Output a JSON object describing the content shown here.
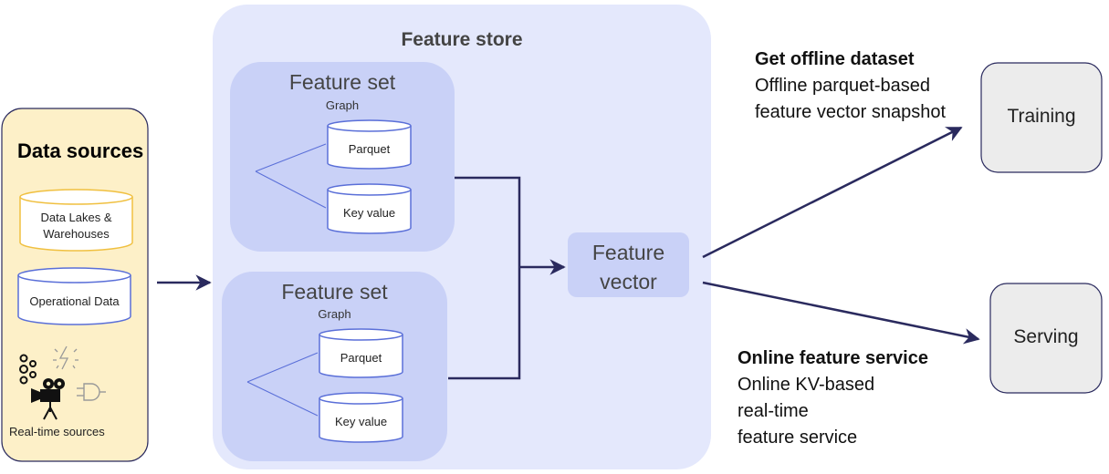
{
  "data_sources": {
    "title": "Data sources",
    "lakes_label_line1": "Data Lakes &",
    "lakes_label_line2": "Warehouses",
    "operational_label": "Operational Data",
    "realtime_label": "Real-time sources"
  },
  "feature_store": {
    "title": "Feature store",
    "sets": [
      {
        "title": "Feature set",
        "graph_label": "Graph",
        "parquet_label": "Parquet",
        "kv_label": "Key value"
      },
      {
        "title": "Feature set",
        "graph_label": "Graph",
        "parquet_label": "Parquet",
        "kv_label": "Key value"
      }
    ],
    "vector_line1": "Feature",
    "vector_line2": "vector"
  },
  "offline": {
    "heading": "Get offline dataset",
    "line1": "Offline parquet-based",
    "line2": "feature vector snapshot"
  },
  "online": {
    "heading": "Online feature service",
    "line1": "Online KV-based",
    "line2": "real-time",
    "line3": "feature service"
  },
  "targets": {
    "training": "Training",
    "serving": "Serving"
  },
  "icons": [
    "kafka-icon",
    "lightning-icon",
    "video-camera-icon",
    "plug-icon"
  ],
  "colors": {
    "data_sources_fill": "#fdf0c8",
    "feature_store_fill": "#e4e8fc",
    "feature_set_fill": "#c9d1f7",
    "connector": "#2a2a5e",
    "target_fill": "#ececec",
    "lakes_outline": "#f0c040",
    "db_outline": "#5a6fd8"
  }
}
